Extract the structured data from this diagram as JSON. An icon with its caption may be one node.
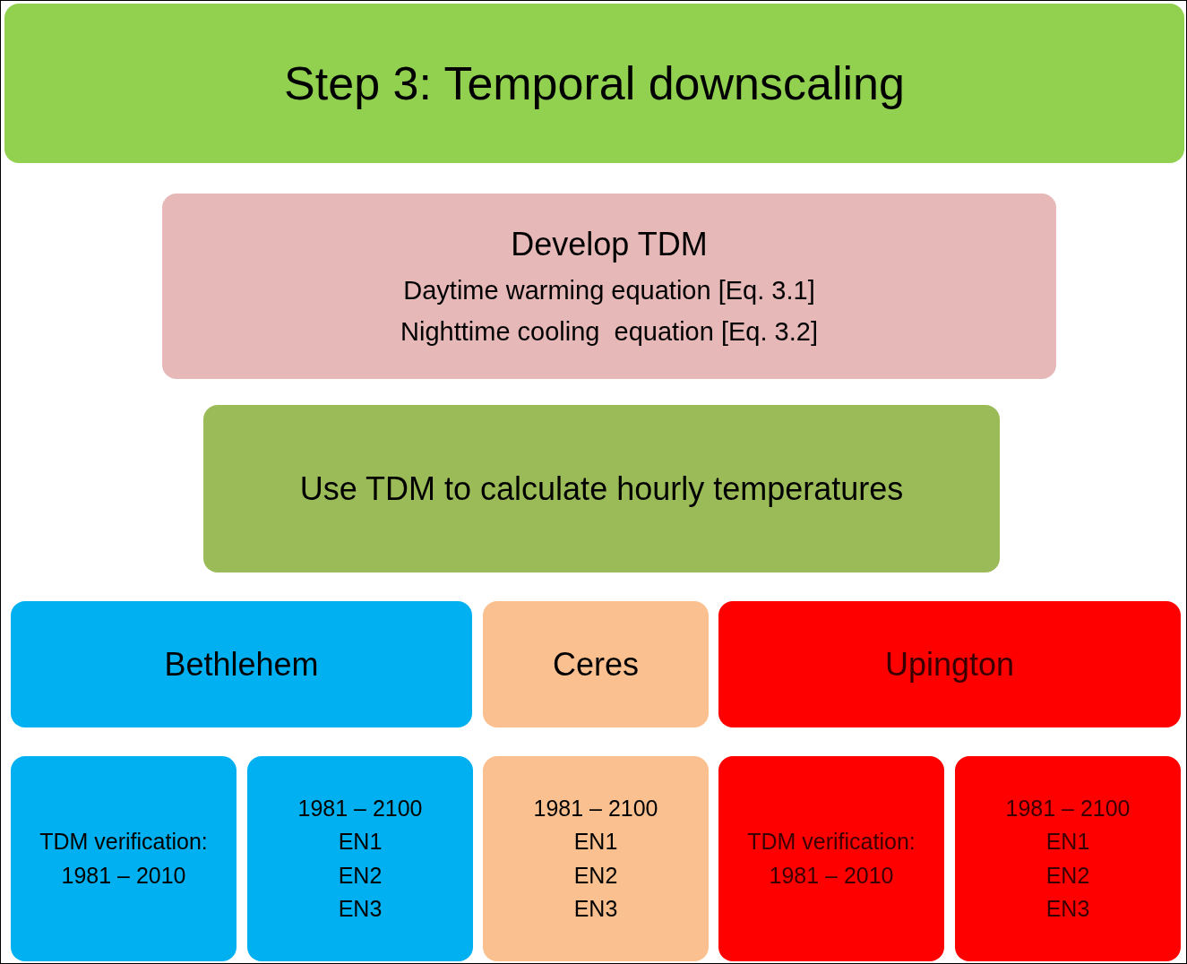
{
  "diagram": {
    "nodes": [
      {
        "text": [
          "Step 3: Temporal downscaling"
        ]
      },
      {
        "text": [
          "Develop TDM",
          "Daytime warming equation [Eq. 3.1]",
          "Nighttime cooling  equation [Eq. 3.2]"
        ]
      },
      {
        "text": [
          "Use TDM to calculate hourly temperatures"
        ]
      },
      {
        "text": [
          "Bethlehem"
        ]
      },
      {
        "text": [
          "Ceres"
        ]
      },
      {
        "text": [
          "Upington"
        ]
      },
      {
        "text": [
          "TDM verification:",
          "1981 – 2010"
        ]
      },
      {
        "text": [
          "1981 – 2100",
          "EN1",
          "EN2",
          "EN3"
        ]
      },
      {
        "text": [
          "1981 – 2100",
          "EN1",
          "EN2",
          "EN3"
        ]
      },
      {
        "text": [
          "TDM verification:",
          "1981 – 2010"
        ]
      },
      {
        "text": [
          "1981 – 2100",
          "EN1",
          "EN2",
          "EN3"
        ]
      }
    ]
  }
}
